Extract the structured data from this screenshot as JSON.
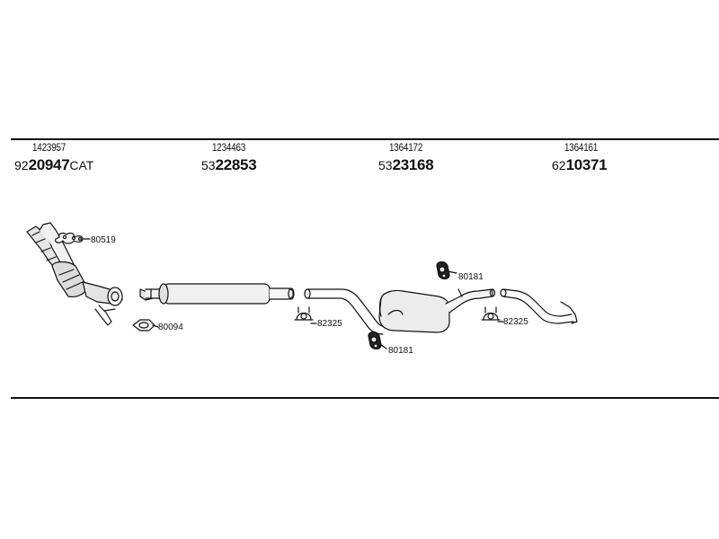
{
  "parts": [
    {
      "oe_number": "1423957",
      "prefix": "92",
      "number": "20947",
      "suffix": "CAT"
    },
    {
      "oe_number": "1234463",
      "prefix": "53",
      "number": "22853",
      "suffix": ""
    },
    {
      "oe_number": "1364172",
      "prefix": "53",
      "number": "23168",
      "suffix": ""
    },
    {
      "oe_number": "1364161",
      "prefix": "62",
      "number": "10371",
      "suffix": ""
    }
  ],
  "accessories": {
    "gasket_manifold": "80519",
    "gasket_flange": "80094",
    "clamp_a": "82325",
    "clamp_b": "82325",
    "hanger_a": "80181",
    "hanger_b": "80181"
  }
}
